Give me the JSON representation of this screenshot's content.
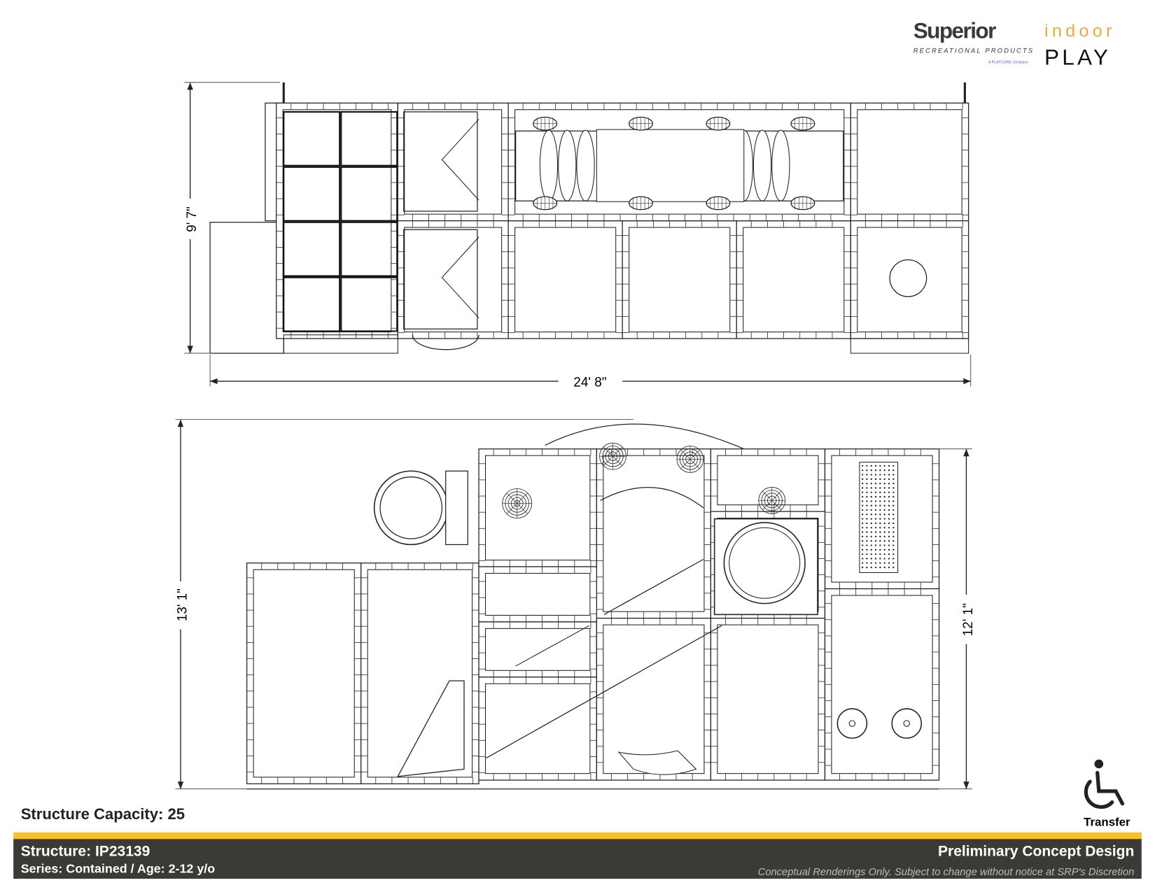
{
  "logo": {
    "brand": "Superior",
    "brand_sub": "RECREATIONAL PRODUCTS",
    "parent": "A PLAYCORE Company",
    "line1": "indoor",
    "line2": "PLAY"
  },
  "plan_view": {
    "width_dim": "24' 8\"",
    "depth_dim": "9' 7\""
  },
  "elevation_view": {
    "left_height_dim": "13' 1\"",
    "right_height_dim": "12' 1\""
  },
  "capacity": "Structure Capacity: 25",
  "accessibility": {
    "icon": "wheelchair-icon",
    "label": "Transfer"
  },
  "footer": {
    "structure": "Structure: IP23139",
    "series": "Series: Contained / Age: 2-12 y/o",
    "title": "Preliminary Concept Design",
    "disclaimer": "Conceptual Renderings Only. Subject to change without notice at SRP's Discretion"
  },
  "colors": {
    "accent": "#f8c02a",
    "footer_bg": "#3c3a36",
    "logo_gray": "#3a3a3a",
    "logo_orange": "#f0a83c"
  }
}
